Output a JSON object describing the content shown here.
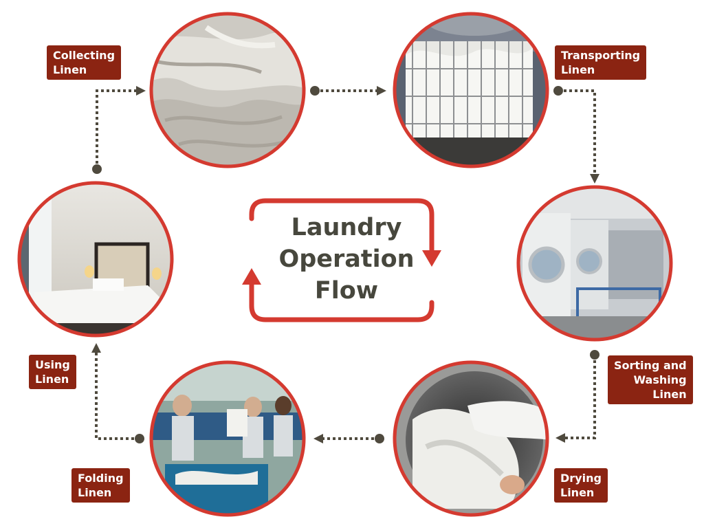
{
  "title": "Laundry\nOperation\nFlow",
  "colors": {
    "accent": "#d43a30",
    "label_bg": "#8b2412",
    "connector": "#4f4a3e",
    "title_text": "#47473d"
  },
  "steps": [
    {
      "label": "Collecting\nLinen",
      "image": "unmade bed sheets"
    },
    {
      "label": "Transporting\nLinen",
      "image": "wire laundry cart with sheets"
    },
    {
      "label": "Sorting and\nWashing\nLinen",
      "image": "industrial washing machines"
    },
    {
      "label": "Drying\nLinen",
      "image": "linen inside dryer drum"
    },
    {
      "label": "Folding\nLinen",
      "image": "workers folding linen"
    },
    {
      "label": "Using\nLinen",
      "image": "hotel bed"
    }
  ]
}
